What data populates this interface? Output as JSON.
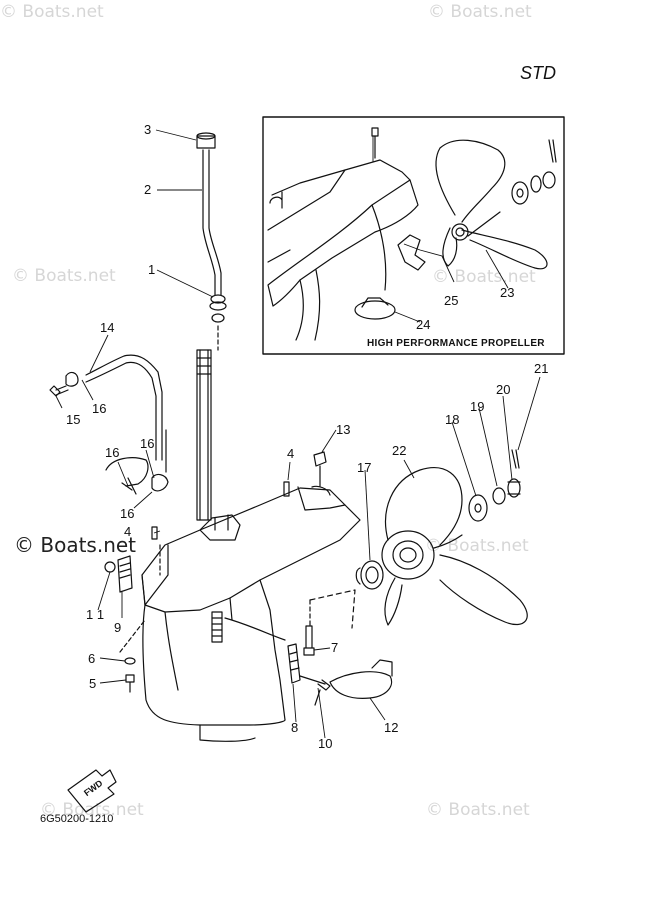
{
  "watermarks": {
    "text": "© Boats.net",
    "dark_text": "© Boats.net"
  },
  "header": {
    "model_label": "STD"
  },
  "inset": {
    "title": "HIGH PERFORMANCE PROPELLER"
  },
  "footer": {
    "diagram_code": "6G50200-1210",
    "fwd_label": "FWD"
  },
  "callouts": {
    "n1": "1",
    "n2": "2",
    "n3": "3",
    "n4a": "4",
    "n4b": "4",
    "n5": "5",
    "n6": "6",
    "n7": "7",
    "n8": "8",
    "n9": "9",
    "n10": "10",
    "n11": "1 1",
    "n12": "12",
    "n13": "13",
    "n14": "14",
    "n15": "15",
    "n16a": "16",
    "n16b": "16",
    "n16c": "16",
    "n16d": "16",
    "n17": "17",
    "n18": "18",
    "n19": "19",
    "n20": "20",
    "n21": "21",
    "n22": "22",
    "n23": "23",
    "n24": "24",
    "n25": "25"
  }
}
